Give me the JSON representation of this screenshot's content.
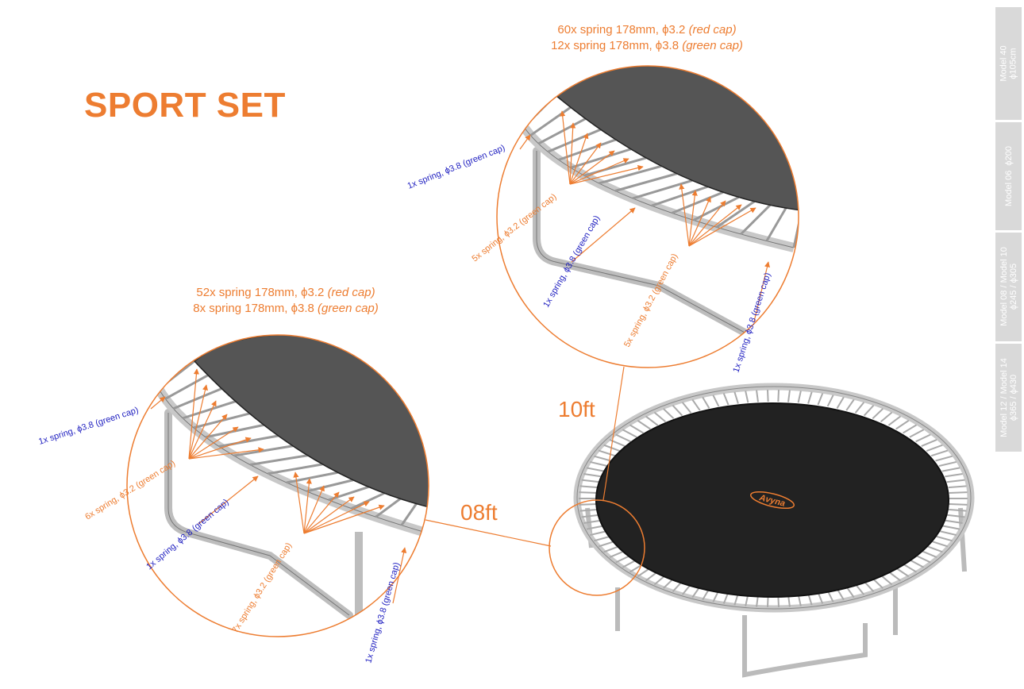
{
  "title": "SPORT SET",
  "brand_logo": "Avyna",
  "colors": {
    "accent": "#ed7d31",
    "blue": "#1f1fc0",
    "sidebar": "#d9d9d9",
    "mat": "#555555"
  },
  "sizes": {
    "small": "08ft",
    "large": "10ft"
  },
  "spec_10ft": {
    "line1": "60x spring 178mm, ϕ3.2",
    "line1_cap": "(red cap)",
    "line2": "12x spring 178mm, ϕ3.8",
    "line2_cap": "(green cap)"
  },
  "spec_08ft": {
    "line1": "52x spring 178mm, ϕ3.2",
    "line1_cap": "(red cap)",
    "line2": "8x spring 178mm, ϕ3.8",
    "line2_cap": "(green cap)"
  },
  "callouts_10ft": {
    "left_blue": "1x spring, ϕ3.8 (green cap)",
    "orange_left": "5x spring, ϕ3.2 (green cap)",
    "mid_blue": "1x spring, ϕ3.8 (green cap)",
    "orange_right": "5x spring, ϕ3.2 (green cap)",
    "right_blue": "1x spring, ϕ3.8 (green cap)"
  },
  "callouts_08ft": {
    "left_blue": "1x spring, ϕ3.8 (green cap)",
    "orange_left": "6x spring, ϕ3.2 (green cap)",
    "mid_blue": "1x spring, ϕ3.8 (green cap)",
    "orange_right": "7x spring, ϕ3.2 (green cap)",
    "right_blue": "1x spring, ϕ3.8 (green cap)"
  },
  "sidebar": [
    {
      "label": "Model 40\nϕ105cm"
    },
    {
      "label": "Model 06  ϕ200"
    },
    {
      "label": "Model 08 / Model 10\nϕ245 / ϕ305"
    },
    {
      "label": "Model 12 / Model 14\nϕ365 / ϕ430"
    }
  ]
}
